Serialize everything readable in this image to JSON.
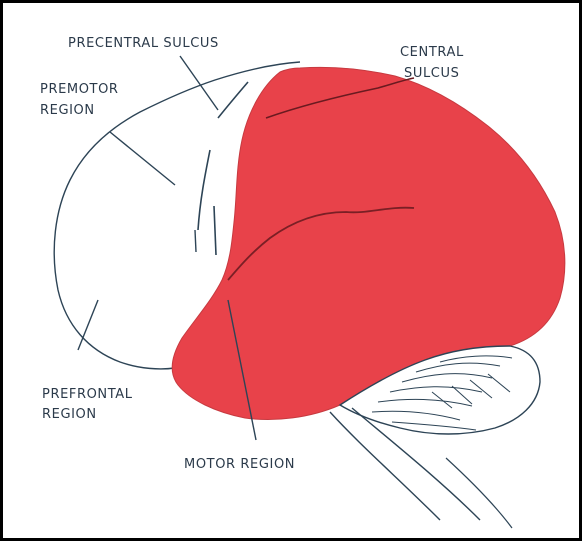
{
  "colors": {
    "background": "#ffffff",
    "border": "#000000",
    "highlight_fill": "#e8424a",
    "outline": "#2d4456",
    "label_text": "#2b3a4a"
  },
  "labels": {
    "precentral_sulcus": "PRECENTRAL SULCUS",
    "central_sulcus_line1": "CENTRAL",
    "central_sulcus_line2": "SULCUS",
    "premotor_region_line1": "PREMOTOR",
    "premotor_region_line2": "REGION",
    "prefrontal_region_line1": "PREFRONTAL",
    "prefrontal_region_line2": "REGION",
    "motor_region": "MOTOR REGION"
  }
}
